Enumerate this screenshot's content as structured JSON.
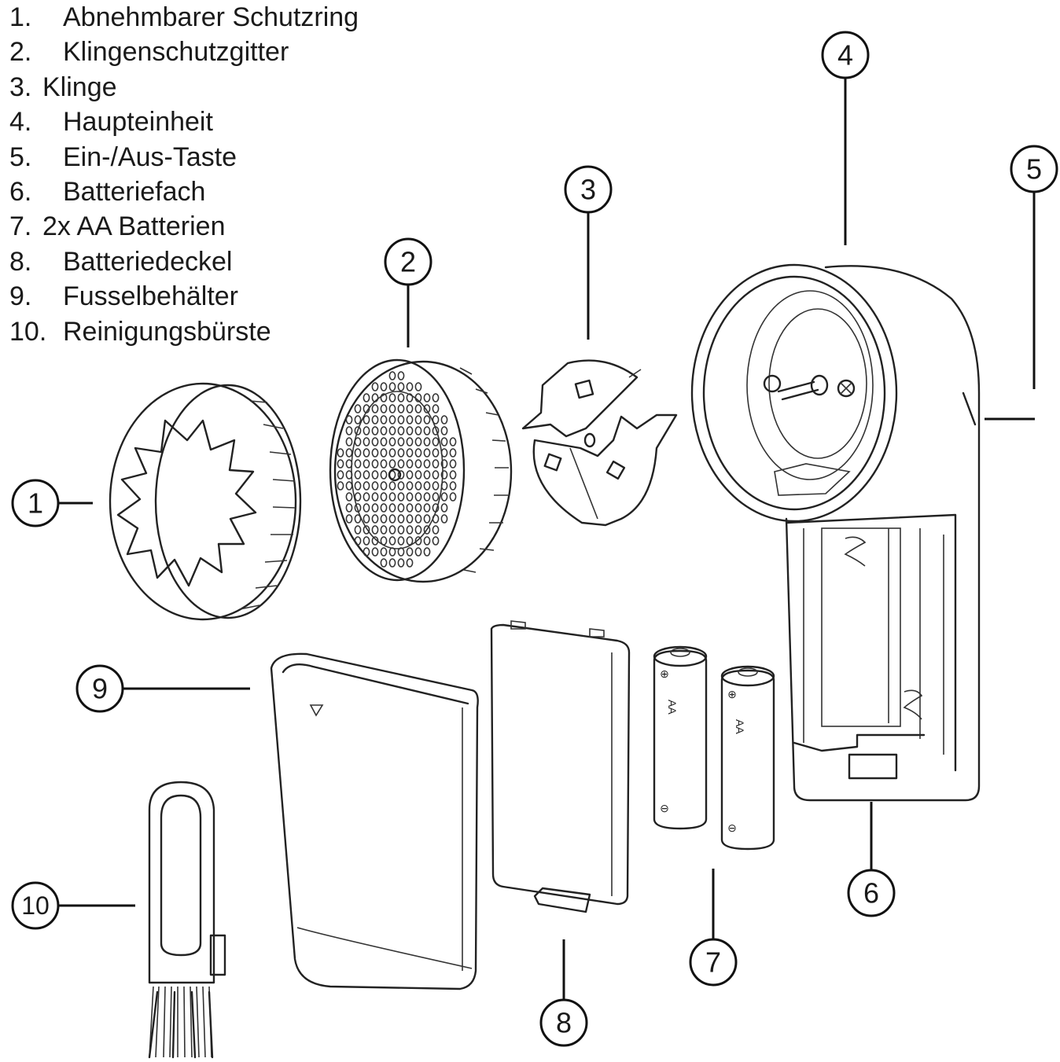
{
  "legend": [
    {
      "num": "1.",
      "text": "Abnehmbarer Schutzring"
    },
    {
      "num": "2.",
      "text": "Klingenschutzgitter"
    },
    {
      "num": "3.",
      "text": "Klinge"
    },
    {
      "num": "4.",
      "text": "Haupteinheit"
    },
    {
      "num": "5.",
      "text": "Ein-/Aus-Taste"
    },
    {
      "num": "6.",
      "text": "Batteriefach"
    },
    {
      "num": "7.",
      "text": "2x AA  Batterien"
    },
    {
      "num": "8.",
      "text": "Batteriedeckel"
    },
    {
      "num": "9.",
      "text": "Fusselbehälter"
    },
    {
      "num": "10.",
      "text": "Reinigungsbürste"
    }
  ],
  "callouts": [
    "1",
    "2",
    "3",
    "4",
    "5",
    "6",
    "7",
    "8",
    "9",
    "10"
  ],
  "battery_label": "AA",
  "line_color": "#222222"
}
